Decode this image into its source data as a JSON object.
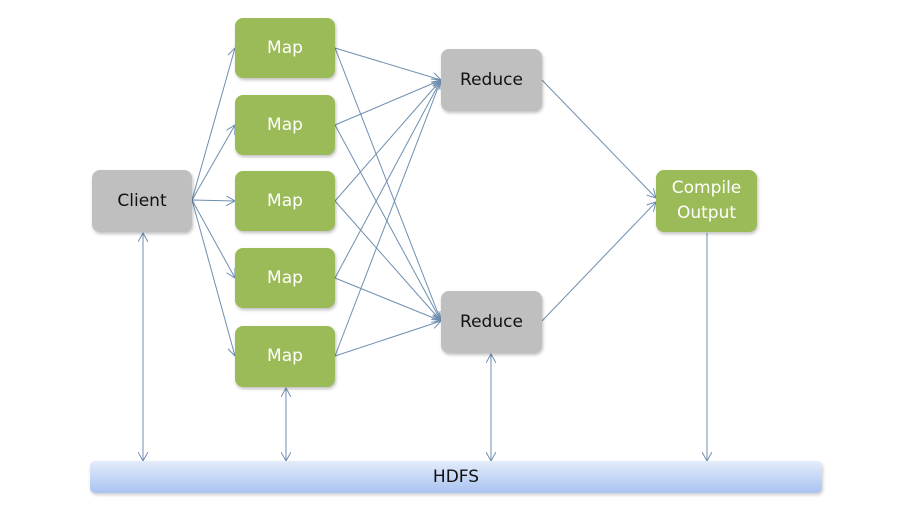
{
  "nodes": {
    "client": "Client",
    "maps": [
      "Map",
      "Map",
      "Map",
      "Map",
      "Map"
    ],
    "reduces": [
      "Reduce",
      "Reduce"
    ],
    "compile": "Compile Output",
    "hdfs": "HDFS"
  },
  "colors": {
    "map": "#9bbb59",
    "gray": "#bfbfbf",
    "arrow": "#6f8fb0",
    "hdfs": "#a9c3f0"
  }
}
